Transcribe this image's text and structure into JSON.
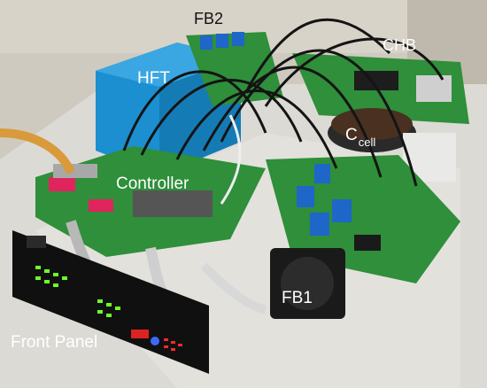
{
  "labels": {
    "hft": "HFT",
    "fb2": "FB2",
    "chb": "CHB",
    "ccell_main": "C",
    "ccell_sub": "cell",
    "controller": "Controller",
    "fb1": "FB1",
    "front_panel": "Front Panel"
  },
  "colors": {
    "background_wall": "#cfcac0",
    "table": "#d9d7d2",
    "transformer": "#1b8fd0",
    "pcb_green": "#2f8f3a",
    "pcb_dark": "#1e6b2a",
    "panel_black": "#101010",
    "led_green": "#6dff2a",
    "led_red": "#ff2a2a",
    "led_blue": "#3a6bff",
    "cable_black": "#141414",
    "cable_white": "#eeeeee",
    "relay_blue": "#1f66c9",
    "label_text": "#ffffff"
  }
}
